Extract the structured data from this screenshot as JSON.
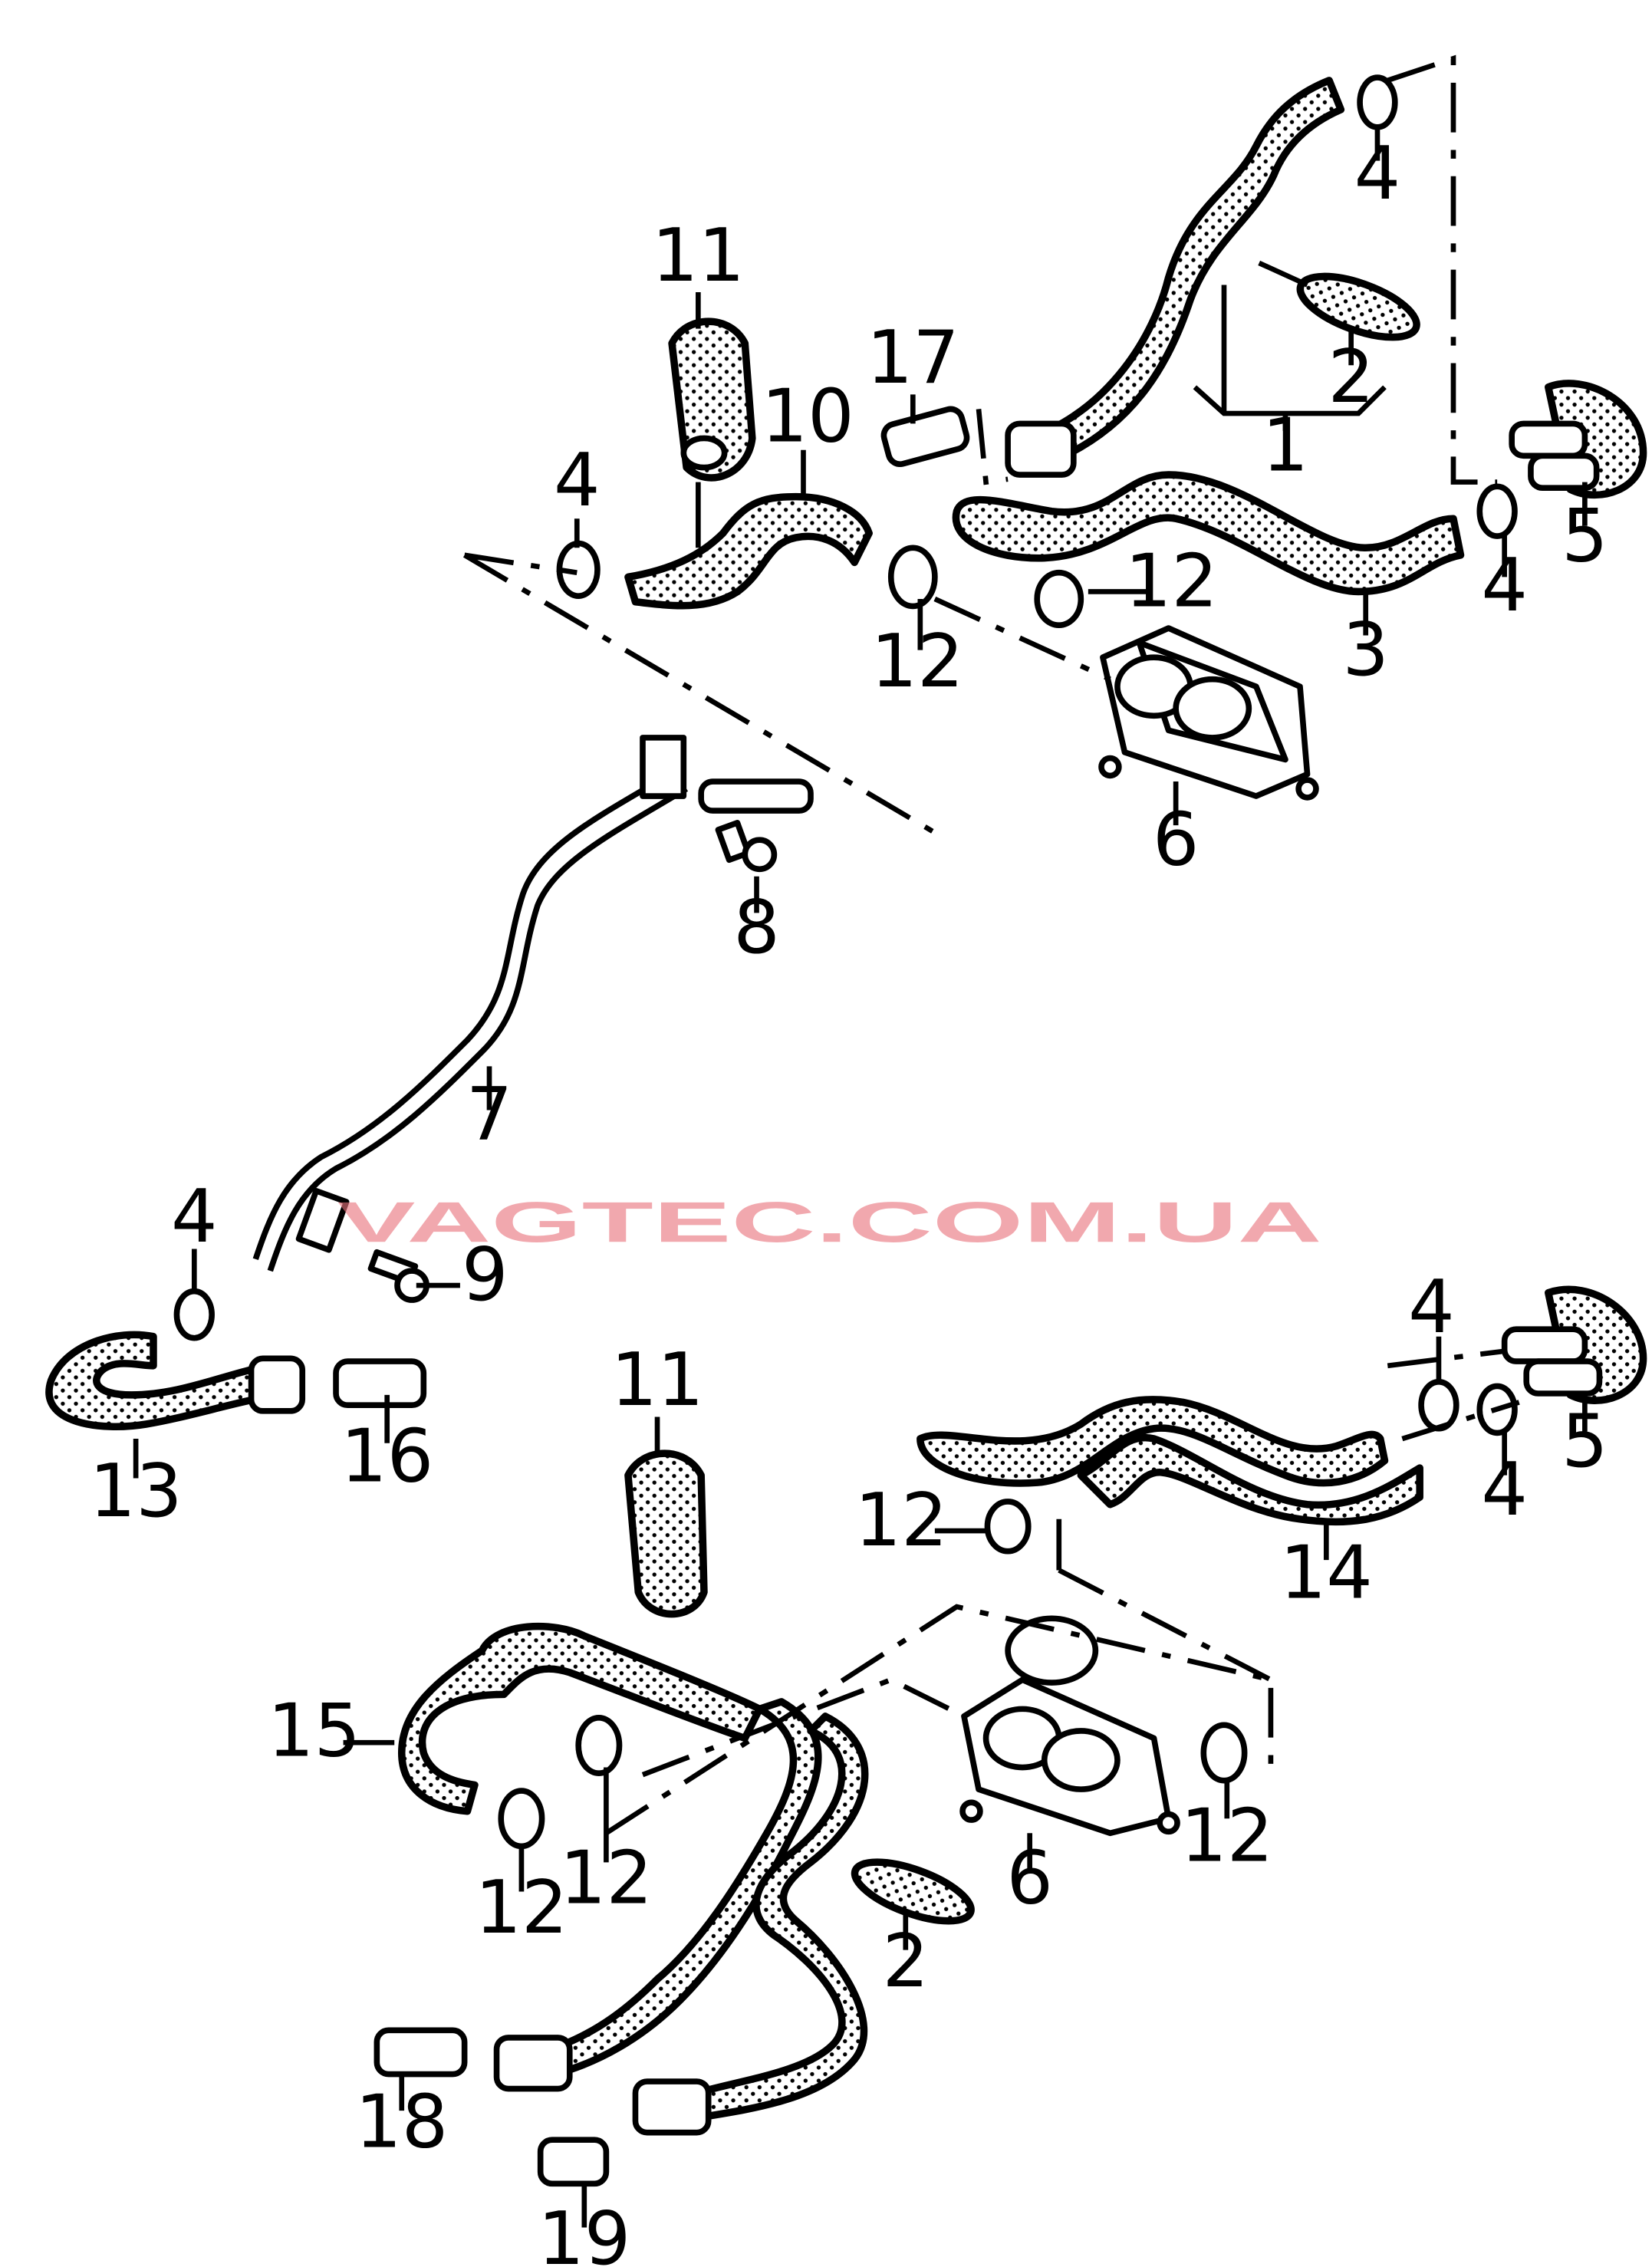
{
  "watermark": "VAGTEC.COM.UA",
  "callouts": [
    {
      "id": "c1",
      "text": "1"
    },
    {
      "id": "c2a",
      "text": "2"
    },
    {
      "id": "c2b",
      "text": "2"
    },
    {
      "id": "c3",
      "text": "3"
    },
    {
      "id": "c4a",
      "text": "4"
    },
    {
      "id": "c4b",
      "text": "4"
    },
    {
      "id": "c4c",
      "text": "4"
    },
    {
      "id": "c4d",
      "text": "4"
    },
    {
      "id": "c4e",
      "text": "4"
    },
    {
      "id": "c4f",
      "text": "4"
    },
    {
      "id": "c5a",
      "text": "5"
    },
    {
      "id": "c5b",
      "text": "5"
    },
    {
      "id": "c6a",
      "text": "6"
    },
    {
      "id": "c6b",
      "text": "6"
    },
    {
      "id": "c7",
      "text": "7"
    },
    {
      "id": "c8",
      "text": "8"
    },
    {
      "id": "c9",
      "text": "9"
    },
    {
      "id": "c10",
      "text": "10"
    },
    {
      "id": "c11a",
      "text": "11"
    },
    {
      "id": "c11b",
      "text": "11"
    },
    {
      "id": "c12a",
      "text": "12"
    },
    {
      "id": "c12b",
      "text": "12"
    },
    {
      "id": "c12c",
      "text": "12"
    },
    {
      "id": "c12d",
      "text": "12"
    },
    {
      "id": "c12e",
      "text": "12"
    },
    {
      "id": "c12f",
      "text": "12"
    },
    {
      "id": "c13",
      "text": "13"
    },
    {
      "id": "c14",
      "text": "14"
    },
    {
      "id": "c15",
      "text": "15"
    },
    {
      "id": "c16",
      "text": "16"
    },
    {
      "id": "c17",
      "text": "17"
    },
    {
      "id": "c18",
      "text": "18"
    },
    {
      "id": "c19",
      "text": "19"
    }
  ]
}
